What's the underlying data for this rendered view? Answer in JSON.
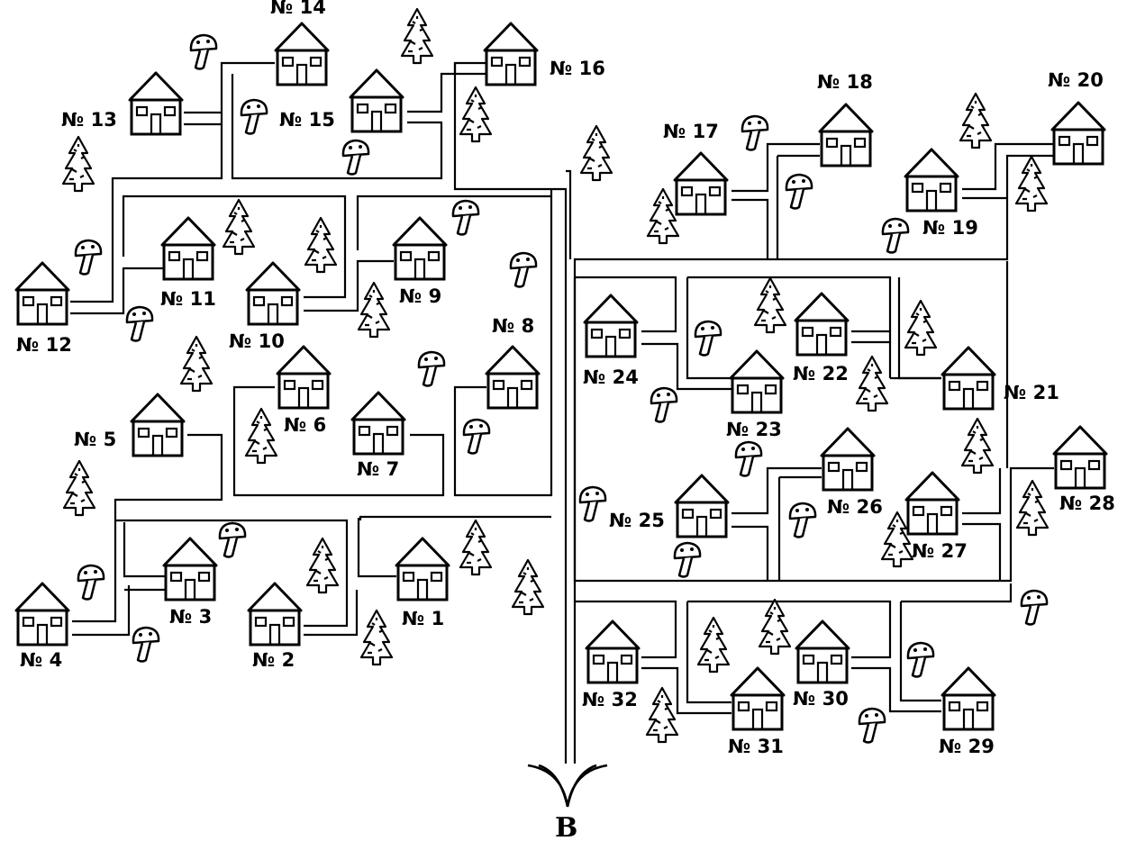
{
  "diagram": {
    "entrance_label": "В",
    "house_labels": {
      "h1": "№ 1",
      "h2": "№ 2",
      "h3": "№ 3",
      "h4": "№ 4",
      "h5": "№ 5",
      "h6": "№ 6",
      "h7": "№ 7",
      "h8": "№ 8",
      "h9": "№ 9",
      "h10": "№ 10",
      "h11": "№ 11",
      "h12": "№ 12",
      "h13": "№ 13",
      "h14": "№ 14",
      "h15": "№ 15",
      "h16": "№ 16",
      "h17": "№ 17",
      "h18": "№ 18",
      "h19": "№ 19",
      "h20": "№ 20",
      "h21": "№ 21",
      "h22": "№ 22",
      "h23": "№ 23",
      "h24": "№ 24",
      "h25": "№ 25",
      "h26": "№ 26",
      "h27": "№ 27",
      "h28": "№ 28",
      "h29": "№ 29",
      "h30": "№ 30",
      "h31": "№ 31",
      "h32": "№ 32"
    },
    "colors": {
      "ink": "#000000",
      "background": "#ffffff"
    }
  }
}
